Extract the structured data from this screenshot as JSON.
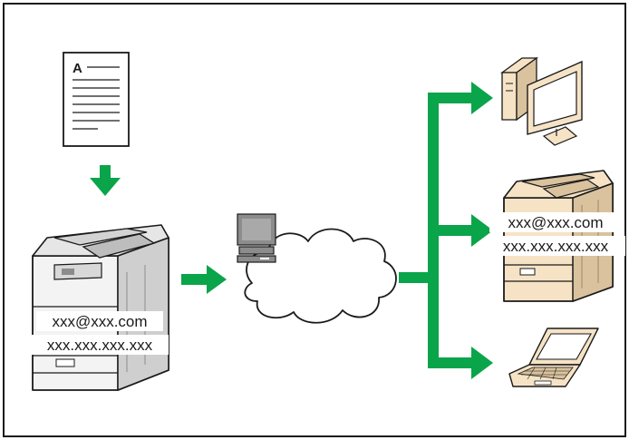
{
  "document": {
    "letter": "A"
  },
  "source_device": {
    "email": "xxx@xxx.com",
    "ip": "xxx.xxx.xxx.xxx"
  },
  "destination_device": {
    "email": "xxx@xxx.com",
    "ip": "xxx.xxx.xxx.xxx"
  },
  "colors": {
    "arrow": "#0aa44a",
    "device_light": "#f3f3f3",
    "device_mid": "#cfcfcf",
    "device_dark": "#8c8c8c",
    "device_beige": "#f6e3c6",
    "device_beige_dark": "#d9c29d",
    "outline": "#1a1a1a"
  },
  "icons": [
    "document-icon",
    "multifunction-printer-icon",
    "network-cloud-icon",
    "server-computer-icon",
    "desktop-computer-icon",
    "laptop-icon"
  ]
}
